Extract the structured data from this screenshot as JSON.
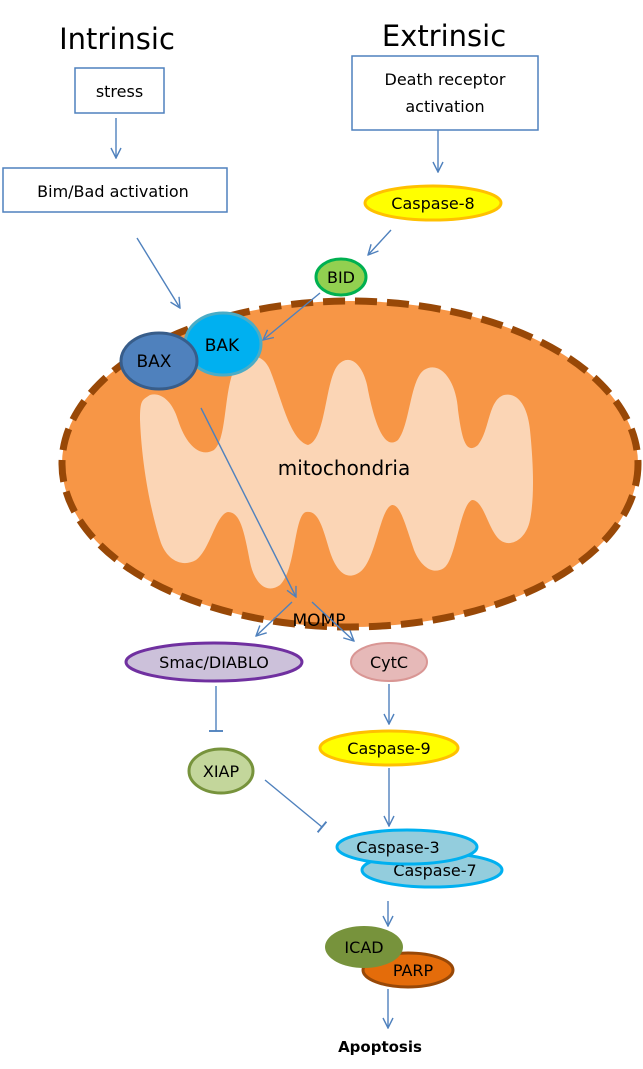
{
  "titles": {
    "intrinsic": "Intrinsic",
    "extrinsic": "Extrinsic"
  },
  "boxes": {
    "stress": "stress",
    "bim_bad": "Bim/Bad activation",
    "death_receptor_line1": "Death receptor",
    "death_receptor_line2": "activation"
  },
  "nodes": {
    "caspase8": "Caspase-8",
    "bid": "BID",
    "bak": "BAK",
    "bax": "BAX",
    "mitochondria": "mitochondria",
    "momp": "MOMP",
    "smac": "Smac/DIABLO",
    "cytc": "CytC",
    "xiap": "XIAP",
    "caspase9": "Caspase-9",
    "caspase3": "Caspase-3",
    "caspase7": "Caspase-7",
    "icad": "ICAD",
    "parp": "PARP",
    "apoptosis": "Apoptosis"
  },
  "colors": {
    "arrow": "#4f81bd",
    "box_border": "#4f81bd",
    "mito_outer": "#f79646",
    "mito_inner": "#fbd5b5",
    "mito_membrane": "#984807",
    "caspase_yellow": "#ffff00",
    "caspase_yellow_border": "#ffc000",
    "bid_fill": "#92d050",
    "bid_border": "#00b050",
    "bak_fill": "#00b0f0",
    "bak_border": "#4bacc6",
    "bax_fill": "#4f81bd",
    "bax_border": "#385d8a",
    "smac_fill": "#ccc1da",
    "smac_border": "#7030a0",
    "cytc_fill": "#e6b9b8",
    "cytc_border": "#d99694",
    "xiap_fill": "#c3d69b",
    "xiap_border": "#77933c",
    "casp37_fill": "#93cddd",
    "casp37_border": "#00b0f0",
    "icad_fill": "#77933c",
    "parp_fill": "#e46c0a",
    "parp_border": "#984807"
  }
}
